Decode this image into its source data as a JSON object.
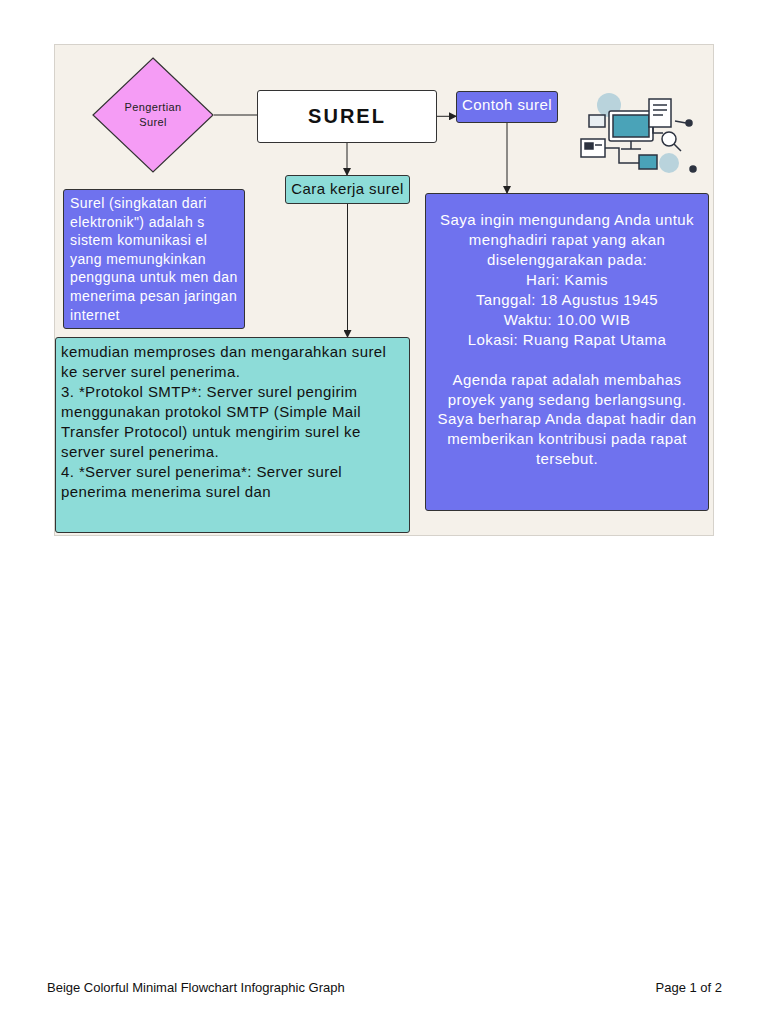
{
  "diagram": {
    "nodes": [
      {
        "text": [
          "Pengertian Surel"
        ]
      },
      {
        "text": [
          "SUREL"
        ]
      },
      {
        "text": [
          "Contoh surel"
        ]
      },
      {
        "text": [
          "Cara kerja surel"
        ]
      },
      {
        "text": [
          "Surel (singkatan dari elektronik\") adalah s sistem komunikasi el yang memungkinkan pengguna untuk men dan menerima pesan jaringan internet"
        ]
      },
      {
        "text": [
          "kemudian memproses dan mengarahkan surel ke server surel penerima.",
          "3. *Protokol SMTP*: Server surel pengirim menggunakan protokol SMTP (Simple Mail Transfer Protocol) untuk mengirim surel ke server surel penerima.",
          "4. *Server surel penerima*: Server surel penerima menerima surel dan"
        ]
      },
      {
        "text": [
          "Saya ingin mengundang Anda untuk menghadiri rapat yang akan diselenggarakan pada:",
          "Hari: Kamis",
          "Tanggal: 18 Agustus 1945",
          "Waktu: 10.00 WIB",
          "Lokasi: Ruang Rapat Utama",
          "Agenda rapat adalah membahas proyek yang sedang berlangsung. Saya berharap Anda dapat hadir dan memberikan kontribusi pada rapat tersebut."
        ]
      }
    ],
    "edges": [
      {
        "from": 0,
        "to": 1,
        "arrow": "none"
      },
      {
        "from": 1,
        "to": 2,
        "arrow": "to"
      },
      {
        "from": 1,
        "to": 3,
        "arrow": "to"
      },
      {
        "from": 3,
        "to": 5,
        "arrow": "to"
      },
      {
        "from": 2,
        "to": 6,
        "arrow": "to"
      }
    ],
    "labels": [
      "Beige Colorful Minimal Flowchart Infographic Graph",
      "Page 1 of 2"
    ]
  }
}
